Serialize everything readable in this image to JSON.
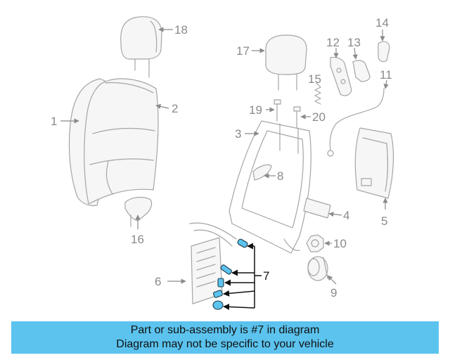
{
  "diagram": {
    "callouts": {
      "c1": "1",
      "c2": "2",
      "c3": "3",
      "c4": "4",
      "c5": "5",
      "c6": "6",
      "c7": "7",
      "c8": "8",
      "c9": "9",
      "c10": "10",
      "c11": "11",
      "c12": "12",
      "c13": "13",
      "c14": "14",
      "c15": "15",
      "c16": "16",
      "c17": "17",
      "c18": "18",
      "c19": "19",
      "c20": "20"
    },
    "highlight_part": "7",
    "colors": {
      "highlight": "#5bc3ee",
      "outline": "#a5a5a5",
      "label": "#8a8a8a"
    }
  },
  "banner": {
    "line1": "Part or sub-assembly is #7 in diagram",
    "line2": "Diagram may not be specific to your vehicle"
  }
}
